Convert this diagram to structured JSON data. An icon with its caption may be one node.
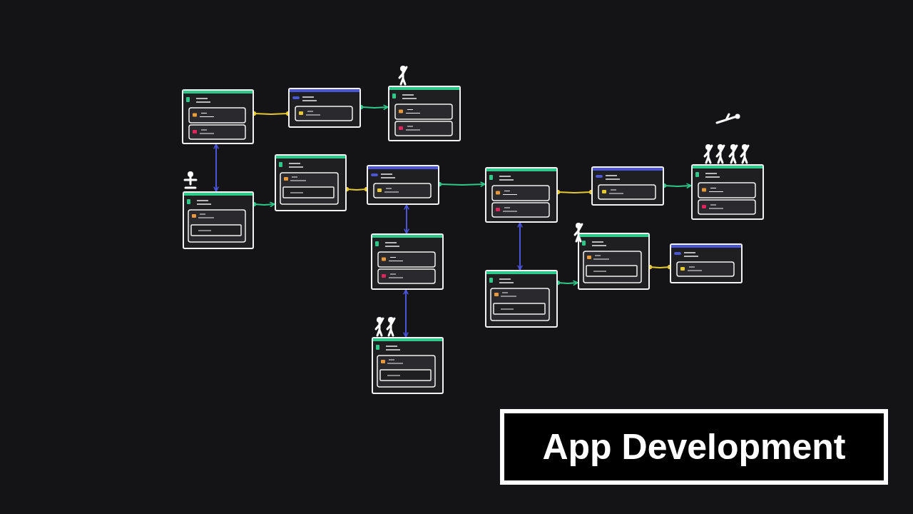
{
  "diagram": {
    "title": "App Development",
    "nodes": [
      {
        "text": [],
        "shape": "box"
      },
      {
        "text": [],
        "shape": "box"
      },
      {
        "text": [],
        "shape": "box"
      },
      {
        "text": [],
        "shape": "box"
      },
      {
        "text": [],
        "shape": "box"
      },
      {
        "text": [],
        "shape": "box"
      },
      {
        "text": [],
        "shape": "box"
      },
      {
        "text": [],
        "shape": "box"
      },
      {
        "text": [],
        "shape": "box"
      },
      {
        "text": [],
        "shape": "box"
      },
      {
        "text": [],
        "shape": "box"
      },
      {
        "text": [],
        "shape": "box"
      },
      {
        "text": [],
        "shape": "box"
      },
      {
        "text": [],
        "shape": "box"
      }
    ],
    "edges": [
      {
        "from": 0,
        "to": 1,
        "arrow": "other",
        "color": "#e6c932"
      },
      {
        "from": 1,
        "to": 2,
        "arrow": "to",
        "color": "#2ec98a"
      },
      {
        "from": 0,
        "to": 3,
        "arrow": "both",
        "color": "#4a55d8"
      },
      {
        "from": 3,
        "to": 4,
        "arrow": "to",
        "color": "#2ec98a"
      },
      {
        "from": 4,
        "to": 5,
        "arrow": "other",
        "color": "#e6c932"
      },
      {
        "from": 5,
        "to": 6,
        "arrow": "to",
        "color": "#2ec98a"
      },
      {
        "from": 5,
        "to": 9,
        "arrow": "both",
        "color": "#4a55d8"
      },
      {
        "from": 9,
        "to": 13,
        "arrow": "both",
        "color": "#4a55d8"
      },
      {
        "from": 6,
        "to": 7,
        "arrow": "other",
        "color": "#e6c932"
      },
      {
        "from": 7,
        "to": 8,
        "arrow": "to",
        "color": "#2ec98a"
      },
      {
        "from": 6,
        "to": 12,
        "arrow": "both",
        "color": "#4a55d8"
      },
      {
        "from": 12,
        "to": 10,
        "arrow": "to",
        "color": "#2ec98a"
      },
      {
        "from": 10,
        "to": 11,
        "arrow": "other",
        "color": "#e6c932"
      }
    ]
  }
}
